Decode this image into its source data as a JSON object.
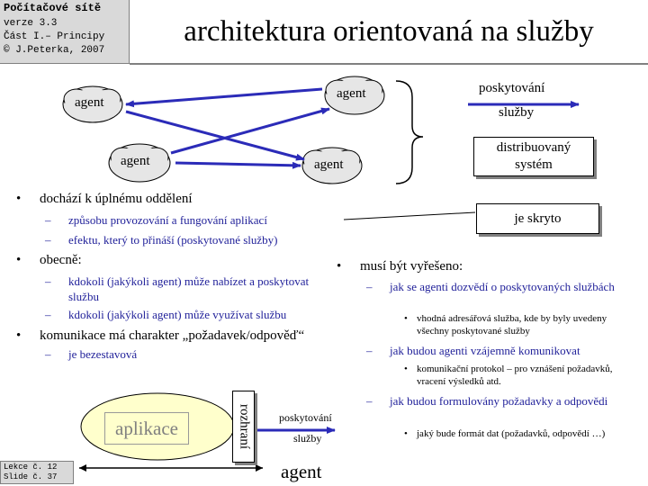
{
  "header": {
    "course": "Počítačové sítě",
    "version": "verze 3.3",
    "part": "Část I.– Principy",
    "author": "© J.Peterka, 2007",
    "title": "architektura orientovaná na služby"
  },
  "diagram": {
    "agents": [
      "agent",
      "agent",
      "agent",
      "agent"
    ],
    "service_label": [
      "poskytování",
      "služby"
    ],
    "distributed_box": [
      "distribuovaný",
      "systém"
    ],
    "hidden_box": "je skryto"
  },
  "left_bullets": [
    {
      "text": "dochází k úplnému oddělení",
      "sub": [
        "způsobu provozování a fungování aplikací",
        "efektu, který to přináší  (poskytované služby)"
      ]
    },
    {
      "text": "obecně:",
      "sub": [
        "kdokoli (jakýkoli agent) může nabízet a poskytovat službu",
        "kdokoli (jakýkoli agent) může využívat službu"
      ]
    },
    {
      "text": "komunikace má charakter „požadavek/odpověď“",
      "sub": [
        "je bezestavová"
      ]
    }
  ],
  "right_bullets": {
    "text": "musí být vyřešeno:",
    "items": [
      {
        "text": "jak se agenti dozvědí o poskytovaných službách",
        "sub": "vhodná adresářová služba, kde by byly uvedeny všechny poskytované služby"
      },
      {
        "text": "jak budou agenti vzájemně komunikovat",
        "sub": "komunikační protokol – pro vznášení požadavků, vracení výsledků atd."
      },
      {
        "text": "jak budou formulovány požadavky a odpovědi",
        "sub": "jaký bude formát dat (požadavků, odpovědí …)"
      }
    ]
  },
  "bottom_diagram": {
    "app_label": "aplikace",
    "interface_label": "rozhraní",
    "service_label": [
      "poskytování",
      "služby"
    ],
    "agent_label": "agent"
  },
  "footer": {
    "lecture": "Lekce č. 12",
    "slide": "Slide č. 37"
  }
}
